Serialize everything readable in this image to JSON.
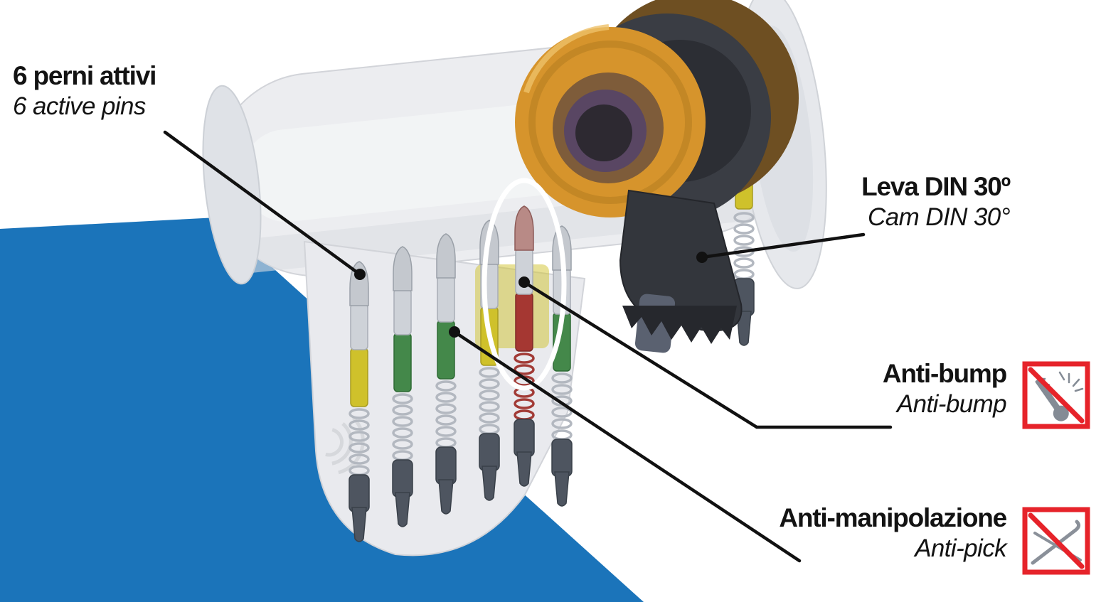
{
  "labels": {
    "active_pins": {
      "primary": "6 perni attivi",
      "secondary": "6 active pins"
    },
    "cam": {
      "primary": "Leva DIN 30º",
      "secondary": "Cam DIN 30°"
    },
    "anti_bump": {
      "primary": "Anti-bump",
      "secondary": "Anti-bump"
    },
    "anti_pick": {
      "primary": "Anti-manipolazione",
      "secondary": "Anti-pick"
    }
  },
  "colors": {
    "background": "#ffffff",
    "accent_blue": "#1b74ba",
    "prohibition_red": "#e6232a",
    "callout_black": "#111111",
    "pin_yellow": "#cfc12b",
    "pin_green": "#44884a",
    "pin_red": "#a53732",
    "spring_grey": "#b3b8c0",
    "spring_red": "#a23b36",
    "cam_orange": "#d6942c",
    "cam_dark": "#3a3d44",
    "highlight_white": "#ffffff"
  },
  "icons": {
    "anti_bump": "no-bump-key-icon",
    "anti_pick": "no-lock-pick-icon"
  }
}
